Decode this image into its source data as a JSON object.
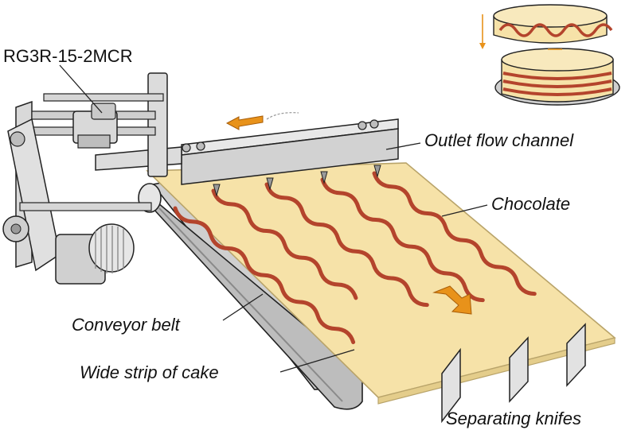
{
  "labels": {
    "model": "RG3R-15-2MCR",
    "outlet": "Outlet flow channel",
    "chocolate": "Chocolate",
    "conveyor": "Conveyor belt",
    "cake": "Wide strip of cake",
    "knifes": "Separating knifes"
  },
  "colors": {
    "cake": "#f6e2a8",
    "cake_edge": "#b9a46a",
    "chocolate": "#b4442c",
    "metal": "#d9d9d9",
    "metal_dark": "#9a9a9a",
    "arrow": "#e8921a",
    "outline": "#222222"
  },
  "icons": {
    "motor": "motor-icon",
    "pump": "pump-icon",
    "cake_inset": "layered-cake-icon",
    "flow_arrow": "flow-direction-arrow",
    "belt_arrow": "belt-direction-arrow"
  }
}
